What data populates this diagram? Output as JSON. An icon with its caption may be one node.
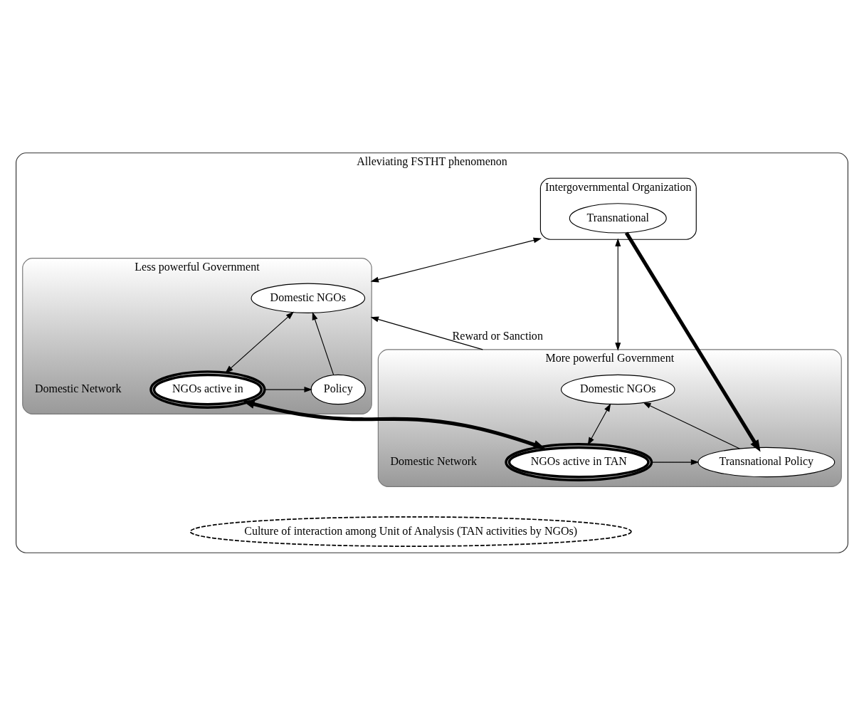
{
  "diagram": {
    "nodes": [
      {
        "text": [
          "Alleviating FSTHT phenomenon"
        ]
      },
      {
        "text": [
          "Intergovernmental Organization"
        ],
        "in": 0
      },
      {
        "text": [
          "Transnational"
        ],
        "in": 1
      },
      {
        "text": [
          "Less powerful Government"
        ],
        "in": 0,
        "beside": [
          "Domestic Network"
        ]
      },
      {
        "text": [
          "Domestic NGOs"
        ],
        "in": 3
      },
      {
        "text": [
          "Policy"
        ],
        "in": 3
      },
      {
        "text": [
          "NGOs active in"
        ],
        "in": 3
      },
      {
        "text": [
          "More powerful Government"
        ],
        "in": 0,
        "beside": [
          "Domestic Network"
        ]
      },
      {
        "text": [
          "Domestic NGOs"
        ],
        "in": 7
      },
      {
        "text": [
          "Transnational Policy"
        ],
        "in": 7
      },
      {
        "text": [
          "NGOs active in TAN"
        ],
        "in": 7
      },
      {
        "text": [
          "Culture of interaction among Unit of Analysis (TAN activities by NGOs)"
        ],
        "in": 0
      }
    ],
    "edges": [
      {
        "from": 1,
        "to": 3,
        "arrow": "both"
      },
      {
        "from": 1,
        "to": 7,
        "arrow": "both"
      },
      {
        "from": 7,
        "to": 3,
        "label": "Reward or Sanction",
        "arrow": "to"
      },
      {
        "from": 2,
        "to": 9,
        "arrow": "to",
        "style": "thick"
      },
      {
        "from": 5,
        "to": 4,
        "arrow": "to"
      },
      {
        "from": 6,
        "to": 5,
        "arrow": "to"
      },
      {
        "from": 4,
        "to": 6,
        "arrow": "both"
      },
      {
        "from": 6,
        "to": 10,
        "arrow": "both",
        "style": "thick"
      },
      {
        "from": 8,
        "to": 10,
        "arrow": "both"
      },
      {
        "from": 9,
        "to": 8,
        "arrow": "to"
      },
      {
        "from": 10,
        "to": 9,
        "arrow": "to"
      }
    ]
  }
}
